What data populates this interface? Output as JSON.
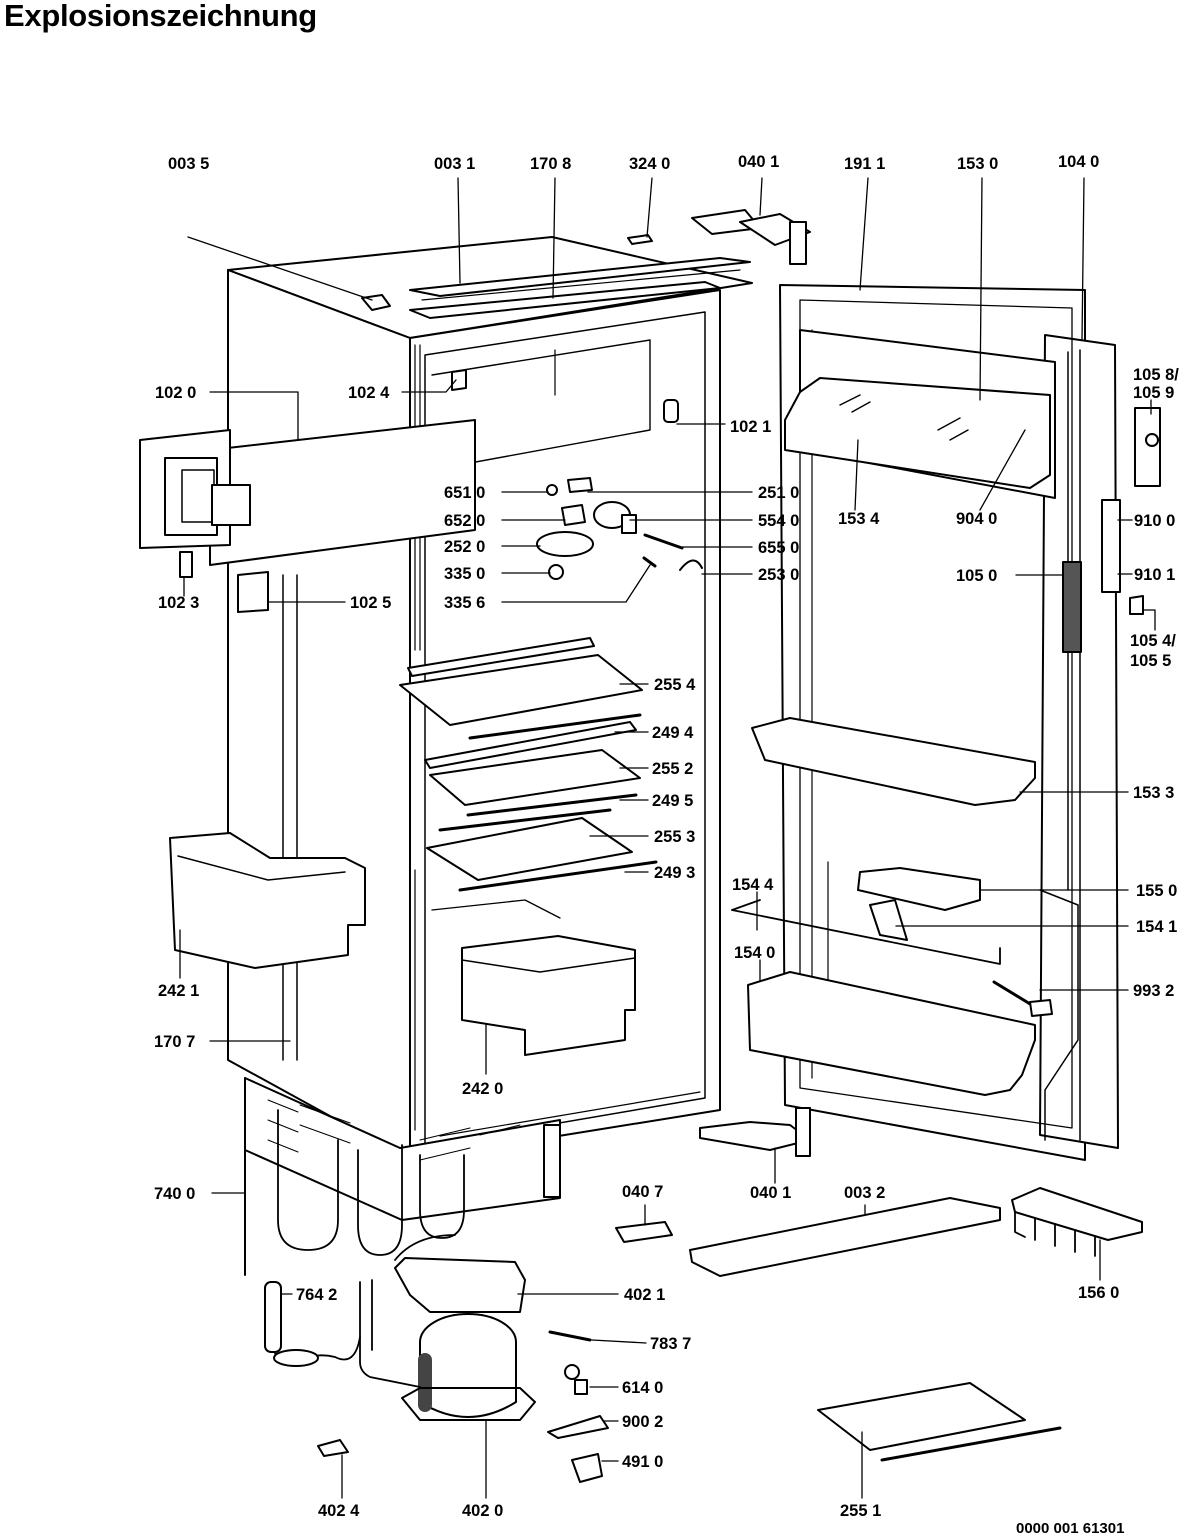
{
  "title": "Explosionszeichnung",
  "document_number": "0000 001 61301",
  "part_labels": {
    "p0035": "003 5",
    "p0031": "003 1",
    "p1708": "170 8",
    "p3240": "324 0",
    "p0401_top": "040 1",
    "p1911": "191 1",
    "p1530": "153 0",
    "p1040": "104 0",
    "p1020": "102 0",
    "p1024": "102 4",
    "p1021": "102 1",
    "p1058": "105 8/",
    "p1059": "105 9",
    "p1534": "153 4",
    "p9040": "904 0",
    "p9100": "910 0",
    "p9101": "910 1",
    "p1050": "105 0",
    "p1054": "105 4/",
    "p1055": "105 5",
    "p6510": "651 0",
    "p6520": "652 0",
    "p2520": "252 0",
    "p3350": "335 0",
    "p3356": "335 6",
    "p2510": "251 0",
    "p5540": "554 0",
    "p6550": "655 0",
    "p2530": "253 0",
    "p1023": "102 3",
    "p1025": "102 5",
    "p2554": "255 4",
    "p2494": "249 4",
    "p2552": "255 2",
    "p2495": "249 5",
    "p2553": "255 3",
    "p2493": "249 3",
    "p1533": "153 3",
    "p1544": "154 4",
    "p1550": "155 0",
    "p1541": "154 1",
    "p1540": "154 0",
    "p9932": "993 2",
    "p2421": "242 1",
    "p1707": "170 7",
    "p2420": "242 0",
    "p7400": "740 0",
    "p0407": "040 7",
    "p0401_bottom": "040 1",
    "p0032": "003 2",
    "p1560": "156 0",
    "p7642": "764 2",
    "p4021": "402 1",
    "p7837": "783 7",
    "p6140": "614 0",
    "p9002": "900 2",
    "p4910": "491 0",
    "p4024": "402 4",
    "p4020": "402 0",
    "p2551": "255 1"
  }
}
